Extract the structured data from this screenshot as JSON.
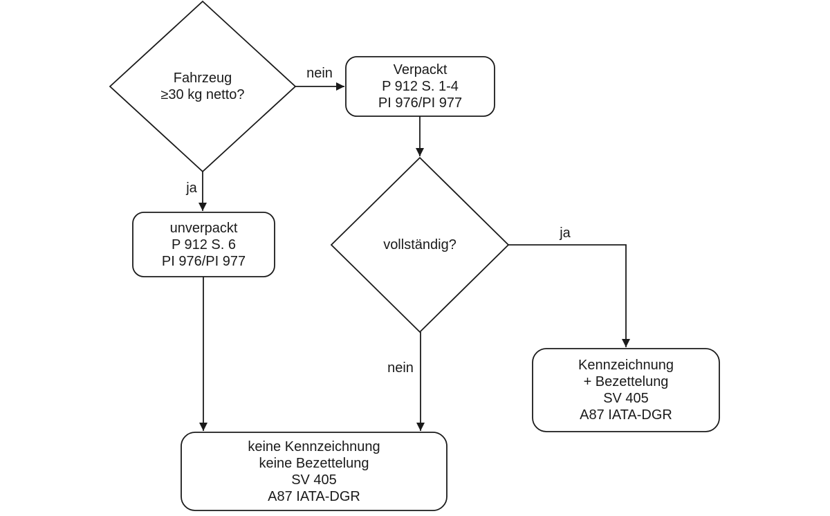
{
  "diagram": {
    "kind": "flowchart",
    "colors": {
      "background": "#ffffff",
      "stroke": "#1a1a1a",
      "text": "#1a1a1a",
      "node_fill": "#ffffff"
    },
    "nodes": {
      "decision_fahrzeug": {
        "type": "decision",
        "lines": [
          "Fahrzeug",
          "≥30 kg netto?"
        ]
      },
      "verpackt": {
        "type": "process",
        "lines": [
          "Verpackt",
          "P 912 S. 1-4",
          "PI 976/PI 977"
        ]
      },
      "unverpackt": {
        "type": "process",
        "lines": [
          "unverpackt",
          "P 912 S. 6",
          "PI 976/PI 977"
        ]
      },
      "decision_vollstaendig": {
        "type": "decision",
        "lines": [
          "vollständig?"
        ]
      },
      "kennzeichnung": {
        "type": "process",
        "lines": [
          "Kennzeichnung",
          "+ Bezettelung",
          "SV 405",
          "A87 IATA-DGR"
        ]
      },
      "keine_kennzeichnung": {
        "type": "process",
        "lines": [
          "keine Kennzeichnung",
          "keine Bezettelung",
          "SV 405",
          "A87 IATA-DGR"
        ]
      }
    },
    "edges": {
      "fahrzeug_nein": {
        "label": "nein",
        "from": "decision_fahrzeug",
        "to": "verpackt"
      },
      "fahrzeug_ja": {
        "label": "ja",
        "from": "decision_fahrzeug",
        "to": "unverpackt"
      },
      "verpackt_down": {
        "label": "",
        "from": "verpackt",
        "to": "decision_vollstaendig"
      },
      "vollstaendig_ja": {
        "label": "ja",
        "from": "decision_vollstaendig",
        "to": "kennzeichnung"
      },
      "vollstaendig_nein": {
        "label": "nein",
        "from": "decision_vollstaendig",
        "to": "keine_kennzeichnung"
      },
      "unverpackt_down": {
        "label": "",
        "from": "unverpackt",
        "to": "keine_kennzeichnung"
      }
    }
  }
}
